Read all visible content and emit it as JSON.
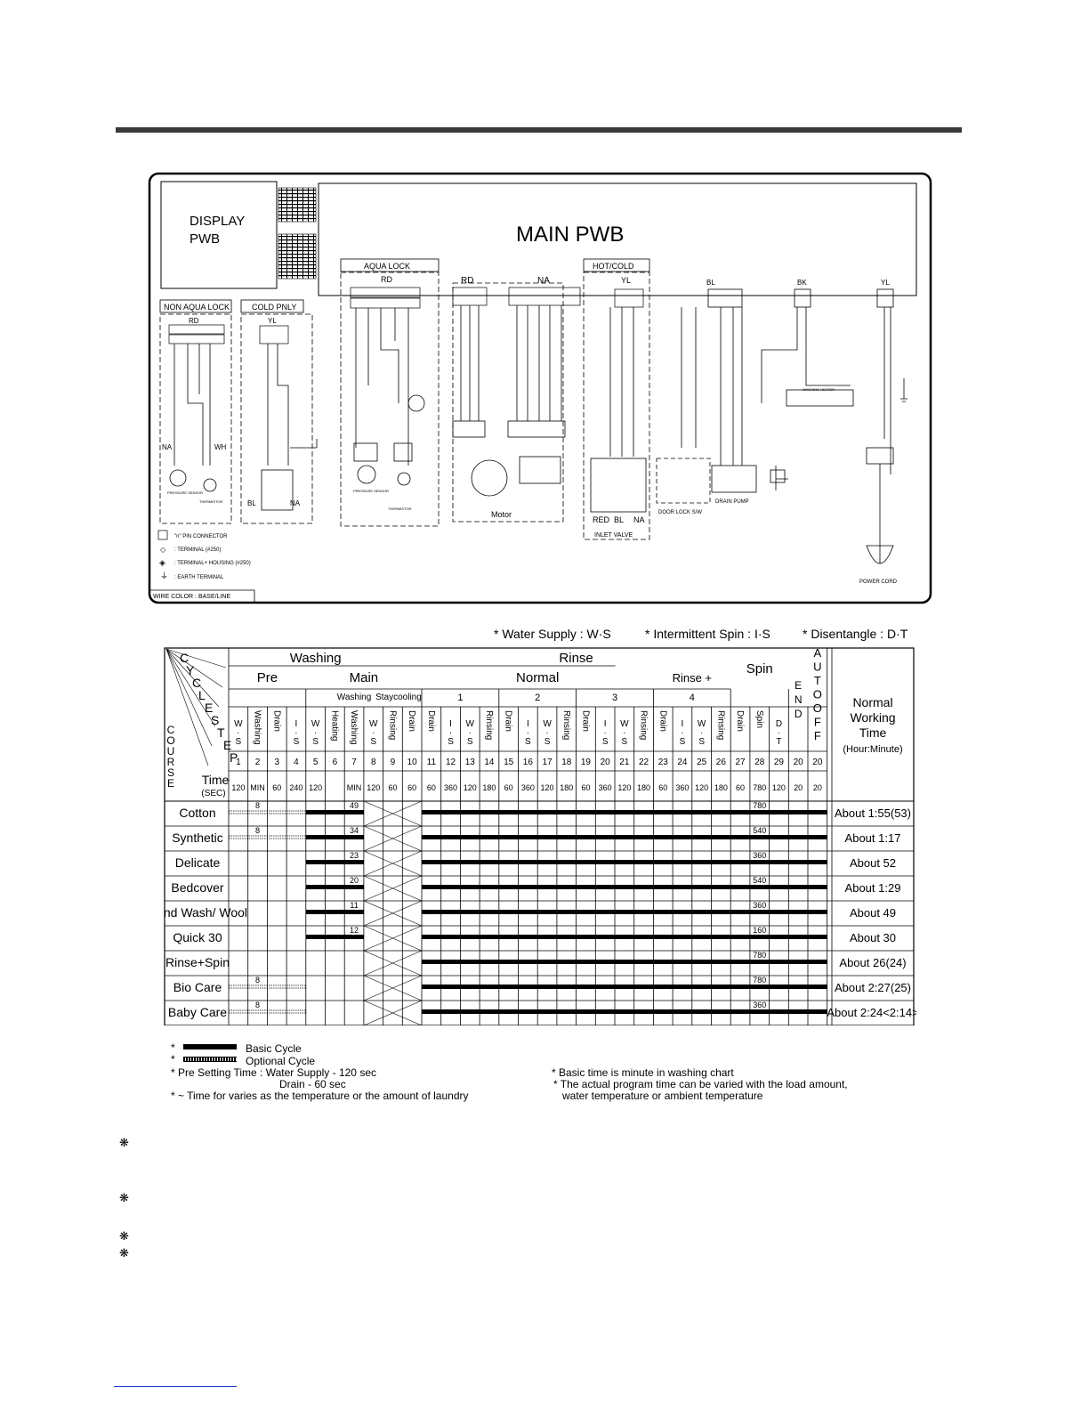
{
  "diagram": {
    "display_pwb": [
      "DISPLAY",
      "PWB"
    ],
    "main_pwb": "MAIN PWB",
    "non_aqua_lock": "NON AQUA LOCK",
    "cold_pnly": "COLD PNLY",
    "aqua_lock": "AQUA LOCK",
    "hot_cold": "HOT/COLD",
    "motor": "Motor",
    "inlet_valve": "INLET VALVE",
    "door_lock": "DOOR LOCK S/W",
    "drain_pump": "DRAIN  PUMP",
    "power_cord": "POWER CORD",
    "washing_heater": "WASHING HEATER",
    "pressure_sensor": "PRESSURE SENSOR",
    "thermistor": "THERMISTOR",
    "wire_color_note": "WIRE COLOR : BASE/LINE",
    "legend_items": [
      "\"n\" PIN CONNECTOR",
      ": TERMINAL (#250)",
      ": TERMINAL+ HOUSING (#250)",
      ": EARTH TERMINAL"
    ],
    "colors": {
      "red": "RED",
      "bl": "BL",
      "na": "NA",
      "rd": "RD",
      "yl": "YL",
      "bk": "BK",
      "wh": "WH"
    }
  },
  "abbrev": {
    "water_supply": "* Water Supply : W·S",
    "intermittent_spin": "* Intermittent Spin : I·S",
    "disentangle": "* Disentangle : D·T"
  },
  "table": {
    "phases": [
      "Washing",
      "Rinse",
      "Spin",
      "END",
      "AUTO OFF"
    ],
    "sub_phases": [
      "Pre",
      "Main",
      "Normal",
      "Rinse +"
    ],
    "main_split": [
      "Washing",
      "Staycooling"
    ],
    "rinse_groups": [
      "1",
      "2",
      "3",
      "4"
    ],
    "steps": [
      "W·S",
      "Washing",
      "Drain",
      "I·S",
      "W·S",
      "Heating",
      "Washing",
      "W·S",
      "Rinsing",
      "Drain",
      "Drain",
      "I·S",
      "W·S",
      "Rinsing",
      "Drain",
      "I·S",
      "W·S",
      "Rinsing",
      "Drain",
      "I·S",
      "W·S",
      "Rinsing",
      "Drain",
      "I·S",
      "W·S",
      "Rinsing",
      "Drain",
      "Spin",
      "D·T"
    ],
    "step_numbers": [
      "1",
      "2",
      "3",
      "4",
      "5",
      "6",
      "7",
      "8",
      "9",
      "10",
      "11",
      "12",
      "13",
      "14",
      "15",
      "16",
      "17",
      "18",
      "19",
      "20",
      "21",
      "22",
      "23",
      "24",
      "25",
      "26",
      "27",
      "28",
      "29",
      "20",
      "20"
    ],
    "times": [
      "120",
      "MIN",
      "60",
      "240",
      "120",
      "",
      "MIN",
      "120",
      "60",
      "60",
      "60",
      "360",
      "120",
      "180",
      "60",
      "360",
      "120",
      "180",
      "60",
      "360",
      "120",
      "180",
      "60",
      "360",
      "120",
      "180",
      "60",
      "780",
      "120",
      "20",
      "20"
    ],
    "corner_letters": [
      "C",
      "Y",
      "C",
      "L",
      "E",
      "S",
      "T",
      "E",
      "P"
    ],
    "course_letters": [
      "C",
      "O",
      "U",
      "R",
      "S",
      "E"
    ],
    "time_label": "Time",
    "time_unit": "(SEC)",
    "result_header": [
      "Normal",
      "Working",
      "Time",
      "(Hour:Minute)"
    ],
    "courses": [
      {
        "name": "Cotton",
        "pre": "8",
        "main": "49",
        "spin": "780",
        "time": "About 1:55(53)"
      },
      {
        "name": "Synthetic",
        "pre": "8",
        "main": "34",
        "spin": "540",
        "time": "About  1:17"
      },
      {
        "name": "Delicate",
        "pre": "",
        "main": "23",
        "spin": "360",
        "time": "About  52"
      },
      {
        "name": "Bedcover",
        "pre": "",
        "main": "20",
        "spin": "540",
        "time": "About  1:29"
      },
      {
        "name": "Hand Wash/ Wool",
        "pre": "",
        "main": "11",
        "spin": "360",
        "time": "About  49"
      },
      {
        "name": "Quick 30",
        "pre": "",
        "main": "12",
        "spin": "160",
        "time": "About  30"
      },
      {
        "name": "Rinse+Spin",
        "pre": "",
        "main": "",
        "spin": "780",
        "time": "About  26(24)"
      },
      {
        "name": "Bio Care",
        "pre": "8",
        "main": "",
        "spin": "780",
        "time": "About 2:27(25)"
      },
      {
        "name": "Baby Care",
        "pre": "8",
        "main": "",
        "spin": "360",
        "time": "About 2:24<2:14>"
      }
    ]
  },
  "legend": {
    "basic": "Basic Cycle",
    "optional": "Optional Cycle",
    "pre_setting": "* Pre Setting Time : Water Supply - 120 sec",
    "drain": "Drain        -  60 sec",
    "varies": "* ~ Time for varies as the temperature or     the amount of laundry",
    "basic_time": "* Basic time is minute in washing chart",
    "actual": "* The actual program time can be varied with the load amount,",
    "actual2": "water temperature or ambient temperature"
  },
  "marks": [
    "❋",
    "❋",
    "❋",
    "❋"
  ]
}
